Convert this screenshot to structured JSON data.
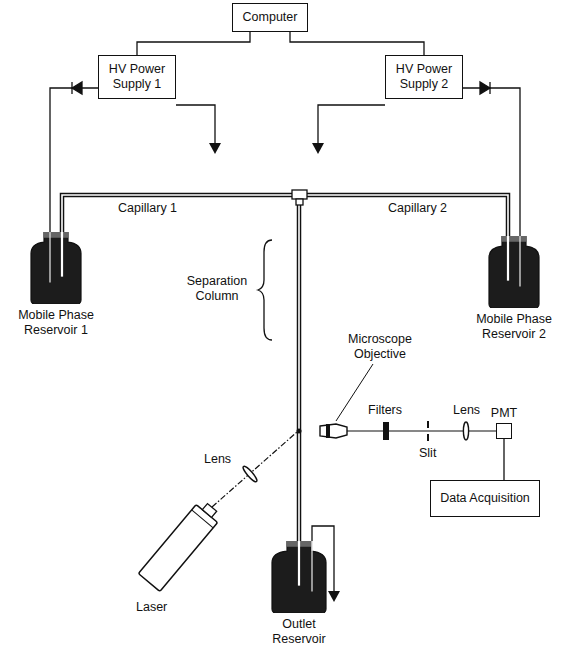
{
  "diagram": {
    "nodes": [
      {
        "text": [
          "Computer"
        ]
      },
      {
        "text": [
          "HV Power Supply 1"
        ]
      },
      {
        "text": [
          "HV Power Supply 2"
        ]
      },
      {
        "text": [
          "Mobile Phase Reservoir 1"
        ]
      },
      {
        "text": [
          "Mobile Phase Reservoir 2"
        ]
      },
      {
        "text": [
          "PMT"
        ]
      },
      {
        "text": [
          "Data Acquisition"
        ]
      },
      {
        "text": [
          "Outlet Reservoir"
        ]
      }
    ],
    "edges": [
      {
        "from": 0,
        "to": 1,
        "arrow": "none"
      },
      {
        "from": 0,
        "to": 2,
        "arrow": "none"
      },
      {
        "from": 1,
        "to": 3,
        "arrow": "none"
      },
      {
        "from": 2,
        "to": 4,
        "arrow": "none"
      },
      {
        "from": 5,
        "to": 6,
        "arrow": "none"
      }
    ],
    "labels": [
      "Capillary 1",
      "Capillary 2",
      "Separation Column",
      "Microscope Objective",
      "Lens",
      "Filters",
      "Slit",
      "Lens",
      "Laser"
    ]
  }
}
